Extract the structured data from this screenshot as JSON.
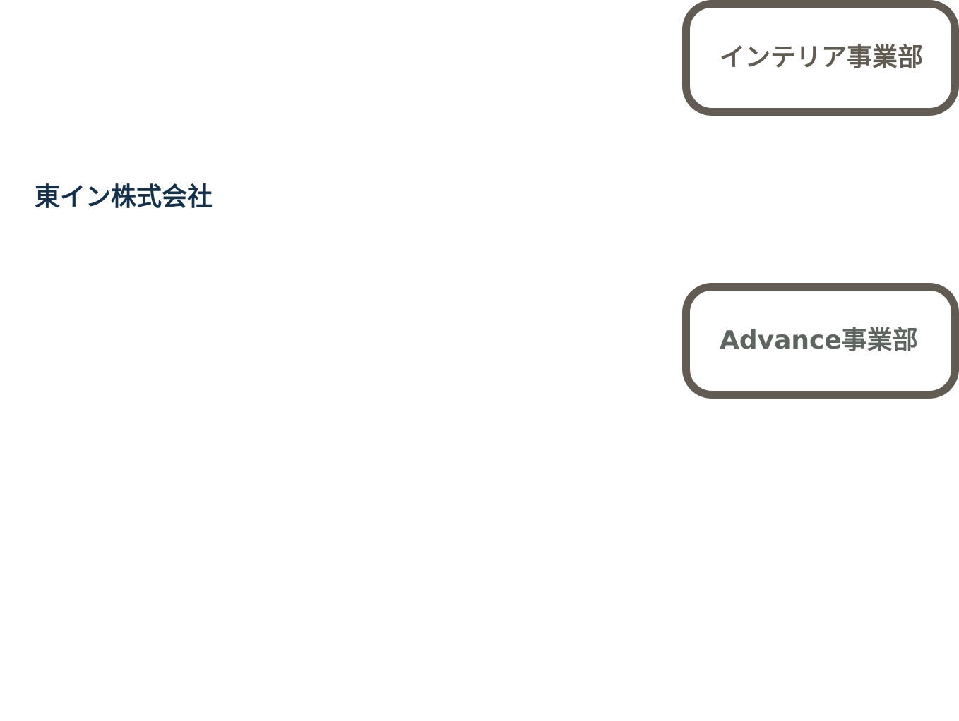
{
  "company": {
    "name": "東イン株式会社"
  },
  "divisions": [
    {
      "label": "インテリア事業部"
    },
    {
      "label": "Advance事業部"
    }
  ],
  "colors": {
    "company_text": "#16304a",
    "button_border": "#625b53",
    "interior_text": "#625b53",
    "advance_text": "#5e6560",
    "background": "#ffffff"
  }
}
